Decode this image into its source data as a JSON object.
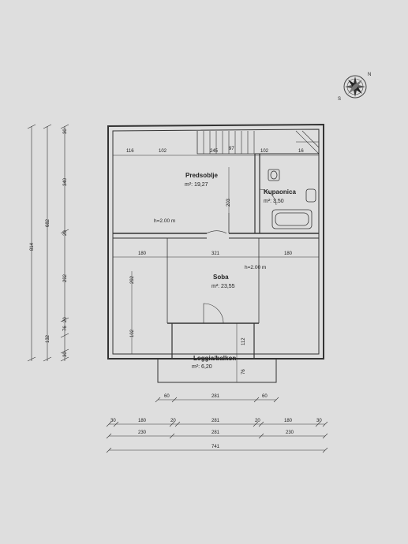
{
  "rooms": {
    "predsoblje": {
      "name": "Predsoblje",
      "area": "m²: 19,27",
      "height": "h=2.00 m"
    },
    "kupaonica": {
      "name": "Kupaonica",
      "area": "m²: 3,50"
    },
    "soba": {
      "name": "Soba",
      "area": "m²: 23,55",
      "height": "h=2.00 m"
    },
    "loggia": {
      "name": "Loggia/balkon",
      "area": "m²: 6,20"
    }
  },
  "dims": {
    "top_116": "116",
    "top_102": "102",
    "top_245": "245",
    "top_97": "97",
    "top_102b": "102",
    "top_16": "16",
    "v_203": "203",
    "v_180a": "180",
    "v_321": "321",
    "v_180b": "180",
    "v_292": "292",
    "v_102": "102",
    "v_112": "112",
    "v_76": "76",
    "left_814": "814",
    "left_682": "682",
    "left_340": "340",
    "left_292": "292",
    "left_132": "132",
    "left_76": "76",
    "left_30a": "30",
    "left_30b": "30",
    "left_20": "20",
    "left_20b": "20",
    "b1_60": "60",
    "b1_281": "281",
    "b1_60b": "60",
    "b2_30": "30",
    "b2_180": "180",
    "b2_20": "20",
    "b2_281": "281",
    "b2_20b": "20",
    "b2_180b": "180",
    "b2_30b": "30",
    "b3_230": "230",
    "b3_281": "281",
    "b3_230b": "230",
    "b4_741": "741"
  },
  "compass": {
    "label_n": "N",
    "label_s": "S"
  }
}
